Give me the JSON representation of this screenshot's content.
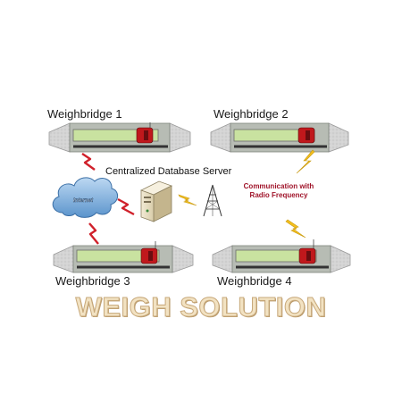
{
  "weighbridges": [
    {
      "label": "Weighbridge 1"
    },
    {
      "label": "Weighbridge 2"
    },
    {
      "label": "Weighbridge 3"
    },
    {
      "label": "Weighbridge 4"
    }
  ],
  "server": {
    "label": "Centralized Database Server"
  },
  "cloud": {
    "label": "Internet"
  },
  "communication": {
    "line1": "Communication with",
    "line2": "Radio Frequency"
  },
  "title": "WEIGH SOLUTION",
  "colors": {
    "bridge_top": "#c9cfc4",
    "bridge_ramp": "#d6d6d6",
    "platform": "#c9e2a0",
    "truck_cab": "#c0181c",
    "lightning": "#f3bf1e",
    "red_signal": "#d0202a",
    "cloud": "#7fb0dd",
    "title_fill": "#f2e2c2",
    "title_outline": "#c7a87a"
  },
  "icons": [
    "lightning-bolt-icon",
    "red-signal-bolt-icon",
    "radio-tower-icon",
    "server-icon",
    "truck-icon",
    "internet-cloud-icon"
  ]
}
